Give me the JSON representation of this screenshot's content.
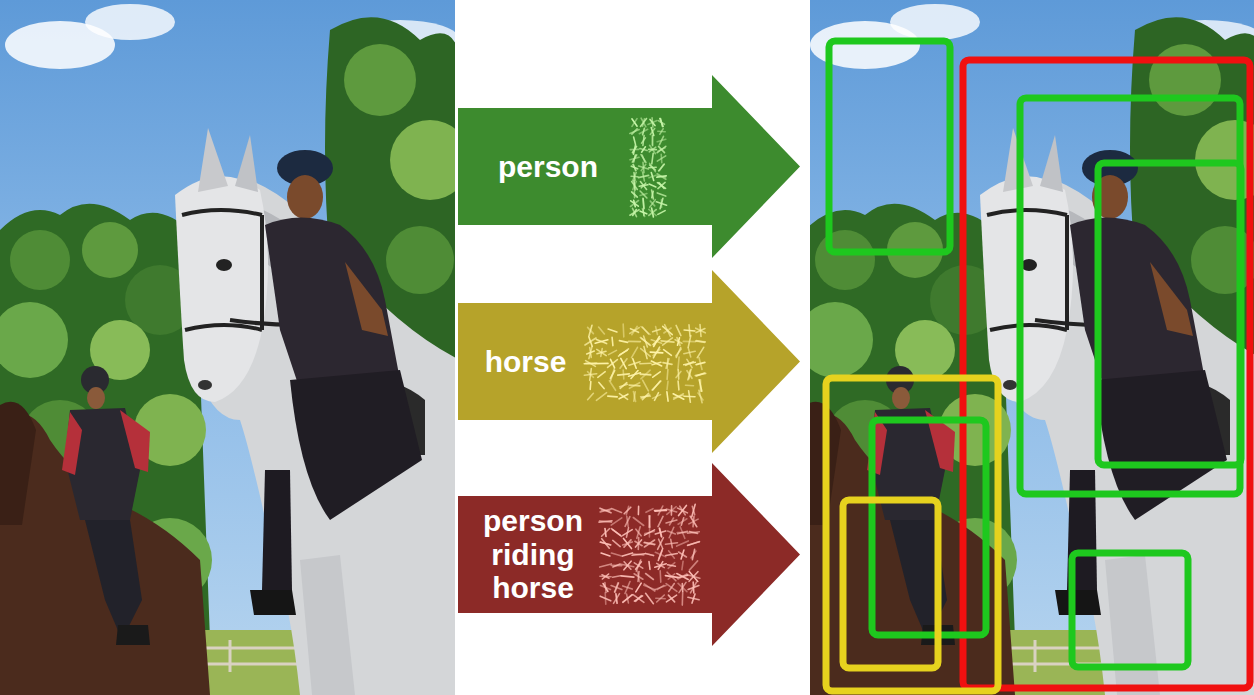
{
  "diagram": {
    "nodes": [
      {
        "text": [
          "person"
        ]
      },
      {
        "text": [
          "horse"
        ]
      },
      {
        "text": [
          "person riding horse"
        ]
      }
    ]
  }
}
